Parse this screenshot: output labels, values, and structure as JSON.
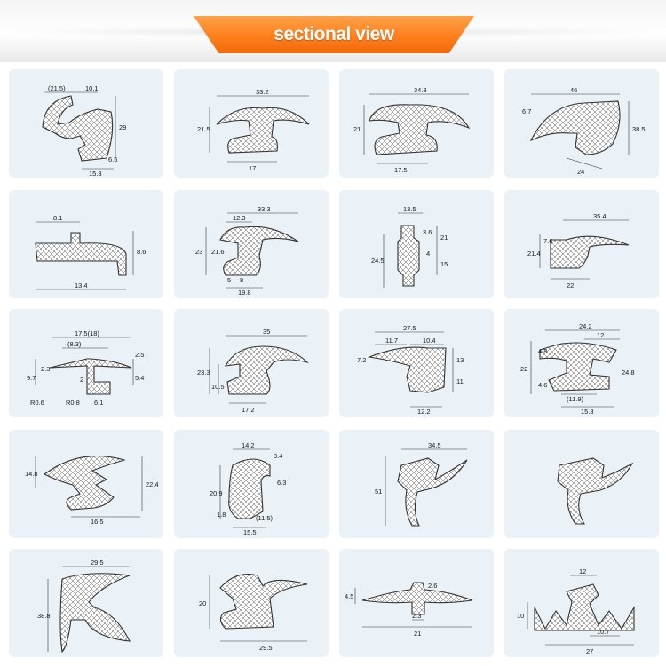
{
  "header": {
    "title": "sectional view",
    "accent": "#ff7f1c"
  },
  "cells": [
    {
      "dims": [
        "(21.5)",
        "10.1",
        "29",
        "15.3",
        "6.5"
      ]
    },
    {
      "dims": [
        "33.2",
        "21.5",
        "17"
      ]
    },
    {
      "dims": [
        "34.8",
        "21",
        "17.5"
      ]
    },
    {
      "dims": [
        "46",
        "6.7",
        "38.5",
        "24"
      ]
    },
    {
      "dims": [
        "8.1",
        "8.6",
        "13.4"
      ]
    },
    {
      "dims": [
        "33.3",
        "12.3",
        "23",
        "21.6",
        "5",
        "8",
        "19.8"
      ]
    },
    {
      "dims": [
        "13.5",
        "3.6",
        "24.5",
        "21",
        "4",
        "15"
      ]
    },
    {
      "dims": [
        "35.4",
        "21.4",
        "7.6",
        "22"
      ]
    },
    {
      "dims": [
        "17.5(18)",
        "(8.3)",
        "9.7",
        "2.3",
        "2",
        "R0.6",
        "R0.8",
        "6.1",
        "2.5",
        "5.4"
      ]
    },
    {
      "dims": [
        "35",
        "23.3",
        "10.5",
        "17.2"
      ]
    },
    {
      "dims": [
        "27.5",
        "11.7",
        "10.4",
        "7.2",
        "13",
        "11",
        "12.2"
      ]
    },
    {
      "dims": [
        "24.2",
        "12",
        "22",
        "4.8",
        "4.6",
        "24.8",
        "(11.9)",
        "15.8"
      ]
    },
    {
      "dims": [
        "14.8",
        "22.4",
        "16.5"
      ]
    },
    {
      "dims": [
        "14.2",
        "3.4",
        "20.9",
        "6.3",
        "1.8",
        "(11.5)",
        "15.5"
      ]
    },
    {
      "dims": [
        "34.5",
        "51"
      ]
    },
    {
      "dims": []
    },
    {
      "dims": [
        "29.5",
        "38.8"
      ]
    },
    {
      "dims": [
        "20",
        "29.5"
      ]
    },
    {
      "dims": [
        "4.5",
        "2.6",
        "2.3",
        "21"
      ]
    },
    {
      "dims": [
        "12",
        "10",
        "10.7",
        "27"
      ]
    }
  ]
}
